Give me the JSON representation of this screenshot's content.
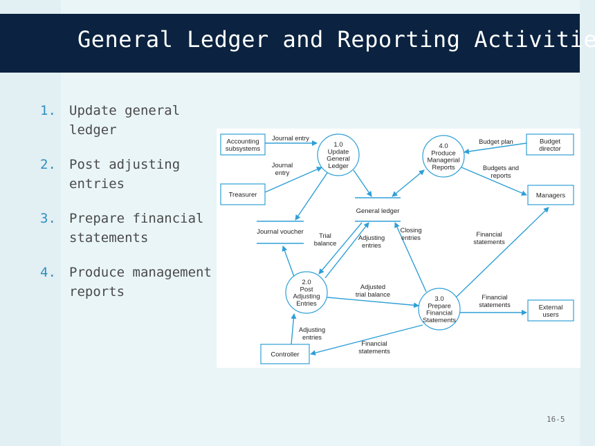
{
  "slide": {
    "title": "General Ledger and Reporting Activities",
    "page_number": "16-5",
    "list": [
      {
        "num": "1.",
        "text": "Update general ledger"
      },
      {
        "num": "2.",
        "text": "Post adjusting entries"
      },
      {
        "num": "3.",
        "text": "Prepare financial statements"
      },
      {
        "num": "4.",
        "text": "Produce management reports"
      }
    ]
  },
  "diagram": {
    "colors": {
      "line": "#2e9fd6",
      "text": "#222222"
    },
    "entities": {
      "accounting_subsystems": [
        "Accounting",
        "subsystems"
      ],
      "treasurer": [
        "Treasurer"
      ],
      "budget_director": [
        "Budget",
        "director"
      ],
      "managers": [
        "Managers"
      ],
      "external_users": [
        "External",
        "users"
      ],
      "controller": [
        "Controller"
      ]
    },
    "processes": {
      "p1": [
        "1.0",
        "Update",
        "General",
        "Ledger"
      ],
      "p2": [
        "2.0",
        "Post",
        "Adjusting",
        "Entries"
      ],
      "p3": [
        "3.0",
        "Prepare",
        "Financial",
        "Statements"
      ],
      "p4": [
        "4.0",
        "Produce",
        "Managerial",
        "Reports"
      ]
    },
    "stores": {
      "general_ledger": "General ledger",
      "journal_voucher": "Journal voucher"
    },
    "flows": {
      "journal_entry_1": [
        "Journal entry"
      ],
      "journal_entry_2": [
        "Journal",
        "entry"
      ],
      "budget_plan": [
        "Budget plan"
      ],
      "budgets_reports": [
        "Budgets and",
        "reports"
      ],
      "trial_balance": [
        "Trial",
        "balance"
      ],
      "adjusting_entries_1": [
        "Adjusting",
        "entries"
      ],
      "closing_entries": [
        "Closing",
        "entries"
      ],
      "financial_statements_managers": [
        "Financial",
        "statements"
      ],
      "adjusted_trial_balance": [
        "Adjusted",
        "trial balance"
      ],
      "financial_statements_external": [
        "Financial",
        "statements"
      ],
      "adjusting_entries_2": [
        "Adjusting",
        "entries"
      ],
      "financial_statements_controller": [
        "Financial",
        "statements"
      ]
    }
  }
}
